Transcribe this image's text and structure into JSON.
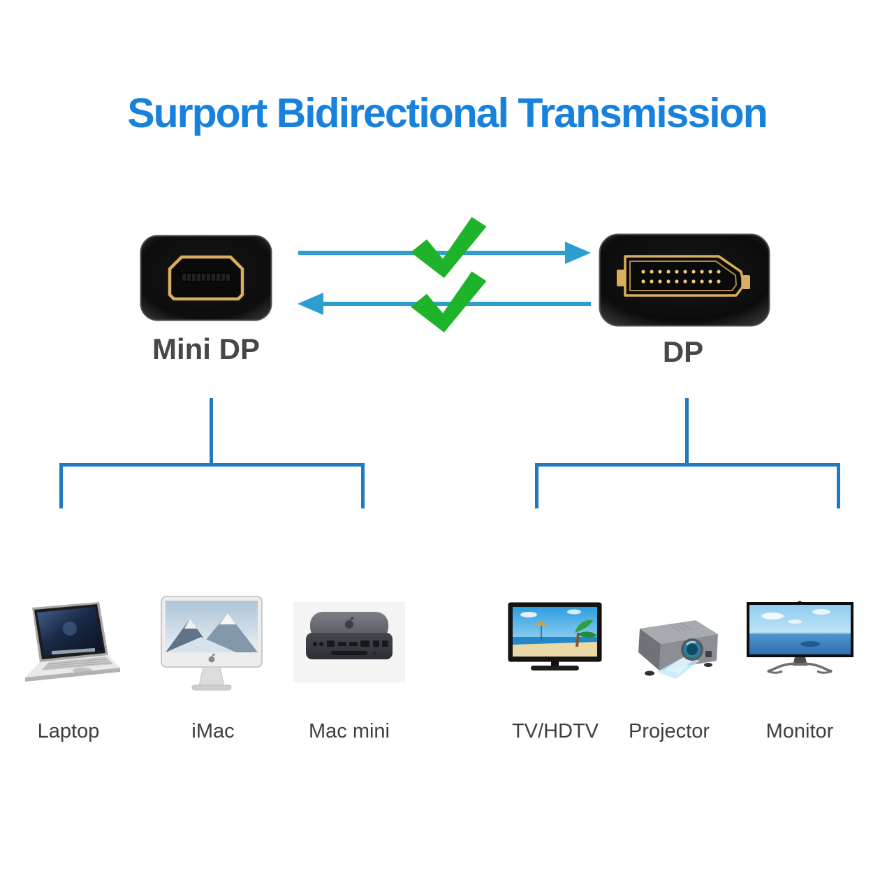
{
  "title": "Surport Bidirectional Transmission",
  "connectors": {
    "mini_dp": {
      "label": "Mini DP"
    },
    "dp": {
      "label": "DP"
    }
  },
  "icons": {
    "forward_arrow": "right-arrow",
    "backward_arrow": "left-arrow",
    "check_1": "green-checkmark",
    "check_2": "green-checkmark"
  },
  "devices": {
    "mini_dp_side": [
      {
        "label": "Laptop"
      },
      {
        "label": "iMac"
      },
      {
        "label": "Mac mini"
      }
    ],
    "dp_side": [
      {
        "label": "TV/HDTV"
      },
      {
        "label": "Projector"
      },
      {
        "label": "Monitor"
      }
    ]
  },
  "colors": {
    "title_blue": "#1781dc",
    "arrow_blue": "#2c9fcf",
    "bracket_blue": "#1f7ac1",
    "check_green": "#1eb32a",
    "connector_body": "#0d0d0d",
    "connector_gold": "#d9ae5e",
    "label_gray": "#474747"
  }
}
